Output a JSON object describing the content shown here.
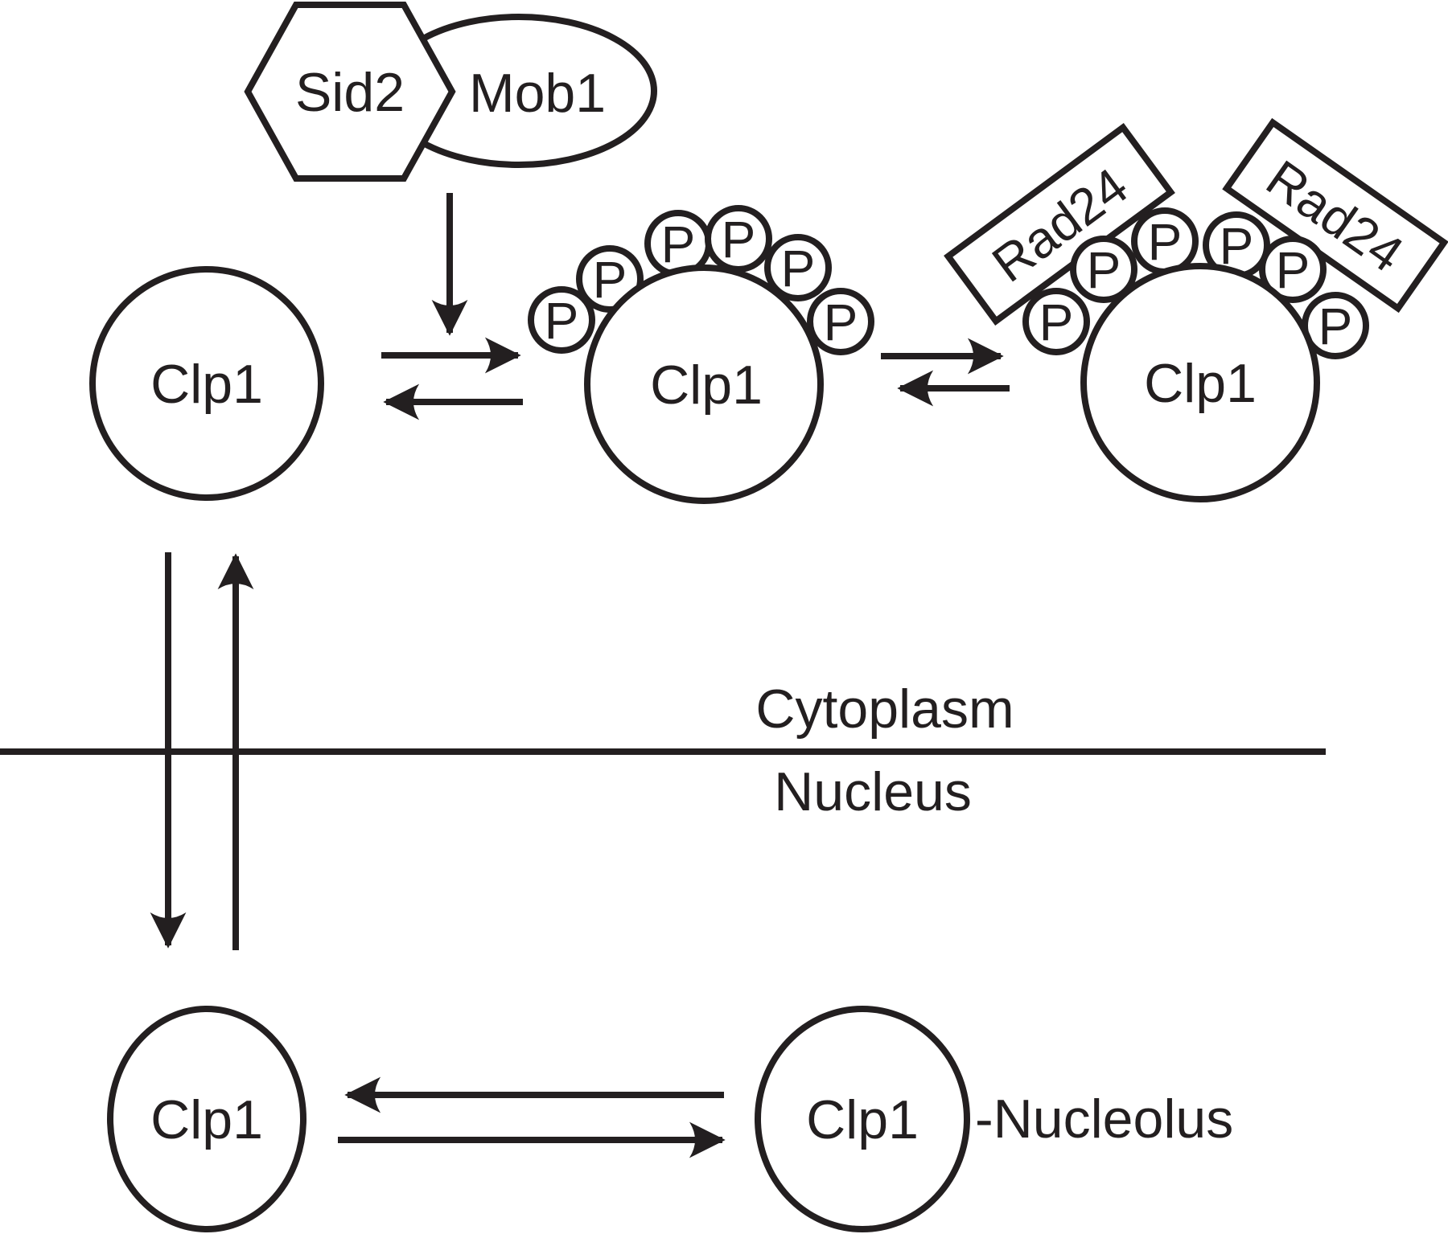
{
  "figure": {
    "description": "Clp1 phosphoregulation and nucleocytoplasmic shuttling pathway diagram",
    "ink_color": "#231f20",
    "background_color": "#ffffff"
  },
  "kinase_complex": {
    "kinase_label": "Sid2",
    "cofactor_label": "Mob1"
  },
  "phosphate_label": "P",
  "adaptor_label": "Rad24",
  "membrane": {
    "above_label": "Cytoplasm",
    "below_label": "Nucleus"
  },
  "states": {
    "cytoplasmic": {
      "label": "Clp1"
    },
    "phosphorylated": {
      "label": "Clp1",
      "phosphate_count": 6
    },
    "rad24_bound": {
      "label": "Clp1",
      "phosphate_count": 6,
      "adaptor_count": 2
    },
    "nuclear": {
      "label": "Clp1"
    },
    "nucleolar": {
      "label": "Clp1",
      "suffix": "-Nucleolus"
    }
  }
}
